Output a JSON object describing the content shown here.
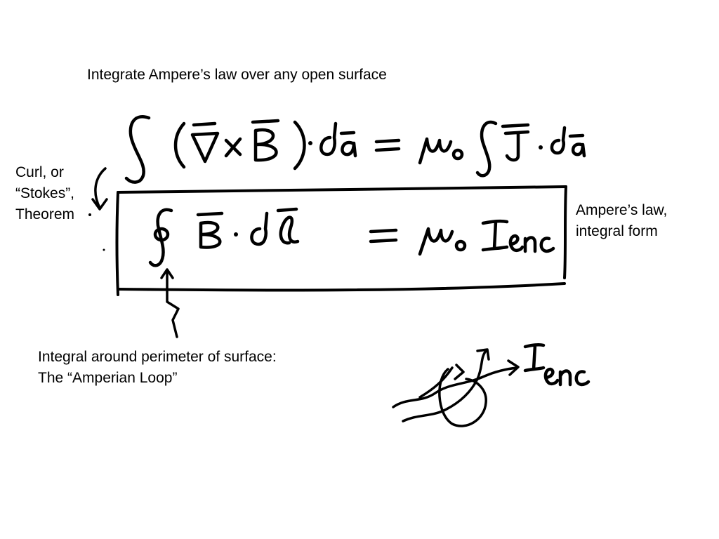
{
  "slide": {
    "title": "Integrate Ampere’s law over any open surface",
    "left_note": {
      "line1": "Curl, or",
      "line2": "“Stokes”,",
      "line3": "Theorem"
    },
    "right_note": {
      "line1": "Ampere’s law,",
      "line2": "integral form"
    },
    "bottom_note": {
      "line1": "Integral around perimeter of surface:",
      "line2": "The “Amperian Loop”"
    }
  },
  "handwriting": {
    "upper_equation": "∫ (∇̄ × B̄) · dā = μ₀ ∫ J̄ · dā",
    "boxed_equation": "∮ B̄ · dl̄ = μ₀ I_enc",
    "loop_sketch_label": "I_enc"
  }
}
